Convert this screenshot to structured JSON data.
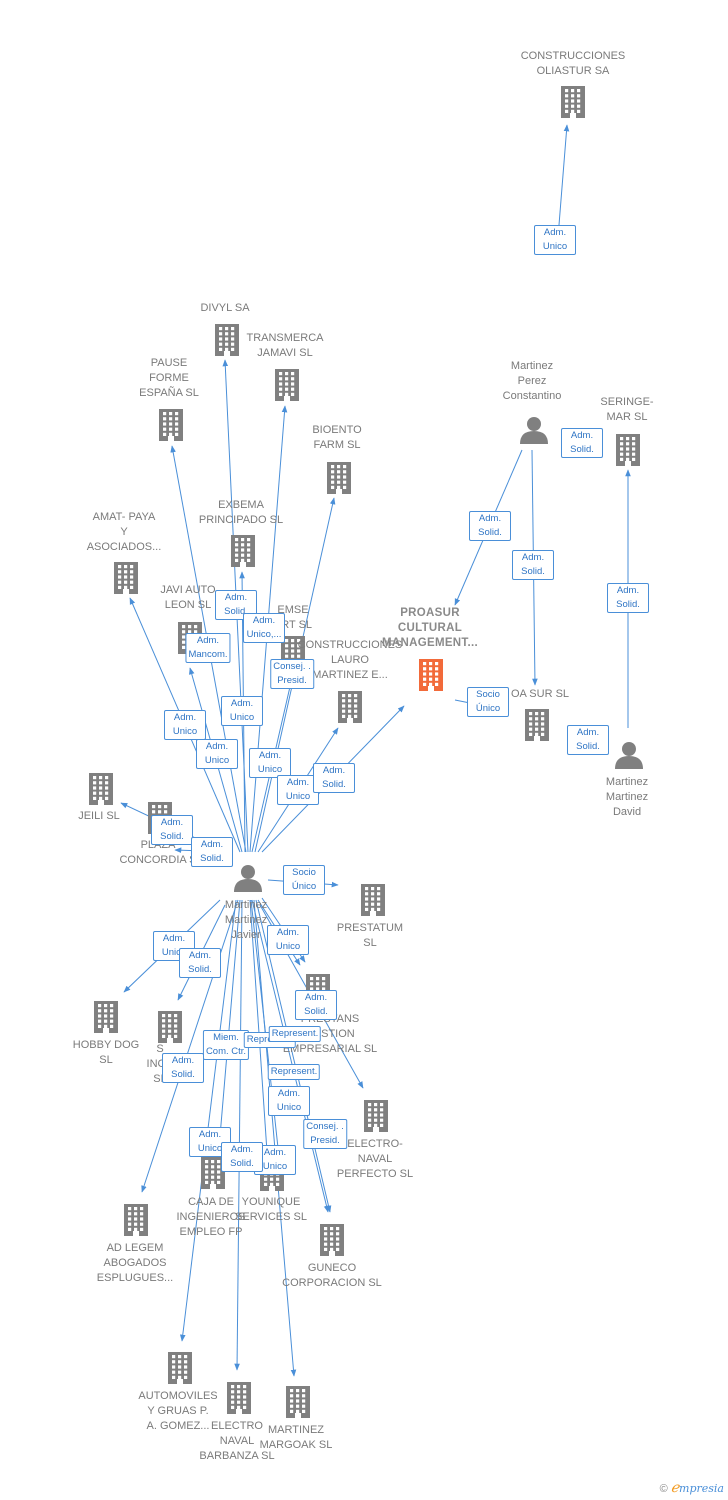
{
  "colors": {
    "edge": "#4a8fd8",
    "node": "#808080",
    "main_node": "#f26a3a",
    "edge_text": "#2e74c4"
  },
  "nodes": [
    {
      "id": "oliastur",
      "label": "CONSTRUCCIONES\nOLIASTUR SA",
      "kind": "company"
    },
    {
      "id": "divyl",
      "label": "DIVYL SA",
      "kind": "company"
    },
    {
      "id": "transmerca",
      "label": "TRANSMERCA\nJAMAVI  SL",
      "kind": "company"
    },
    {
      "id": "pause",
      "label": "PAUSE\nFORME\nESPAÑA SL",
      "kind": "company"
    },
    {
      "id": "bioento",
      "label": "BIOENTO\nFARM  SL",
      "kind": "company"
    },
    {
      "id": "constantino",
      "label": "Martinez\nPerez\nConstantino",
      "kind": "person"
    },
    {
      "id": "seringe",
      "label": "SERINGE-\nMAR SL",
      "kind": "company"
    },
    {
      "id": "amat",
      "label": "AMAT- PAYA\nY\nASOCIADOS...",
      "kind": "company"
    },
    {
      "id": "exbema",
      "label": "EXBEMA\nPRINCIPADO SL",
      "kind": "company"
    },
    {
      "id": "javiauto",
      "label": "JAVI AUTO\nLEON SL",
      "kind": "company"
    },
    {
      "id": "emse",
      "label": "EMSE\nART SL",
      "kind": "company"
    },
    {
      "id": "lauro",
      "label": "CONSTRUCCIONES\nLAURO\nMARTINEZ E...",
      "kind": "company"
    },
    {
      "id": "proasur",
      "label": "PROASUR\nCULTURAL\nMANAGEMENT...",
      "kind": "main"
    },
    {
      "id": "oasur",
      "label": "OA SUR SL",
      "kind": "company"
    },
    {
      "id": "david",
      "label": "Martinez\nMartinez\nDavid",
      "kind": "person"
    },
    {
      "id": "jeili",
      "label": "JEILI  SL",
      "kind": "company"
    },
    {
      "id": "plaza",
      "label": "PLAZA\nCONCORDIA S",
      "kind": "company"
    },
    {
      "id": "javier",
      "label": "Martinez\nMartinez\nJavier",
      "kind": "person"
    },
    {
      "id": "prestatum",
      "label": "PRESTATUM\nSL",
      "kind": "company"
    },
    {
      "id": "hobbydog",
      "label": "HOBBY DOG\nSL",
      "kind": "company"
    },
    {
      "id": "inge",
      "label": "S\nINGE\nSL",
      "kind": "company"
    },
    {
      "id": "prestans",
      "label": "PRESTANS\nGESTION\nEMPRESARIAL SL",
      "kind": "company"
    },
    {
      "id": "electro",
      "label": "ELECTRO-\nNAVAL\nPERFECTO  SL",
      "kind": "company"
    },
    {
      "id": "caja",
      "label": "CAJA DE\nINGENIEROS\nEMPLEO FP",
      "kind": "company"
    },
    {
      "id": "younique",
      "label": "YOUNIQUE\nSERVICES SL",
      "kind": "company"
    },
    {
      "id": "adlegem",
      "label": "AD LEGEM\nABOGADOS\nESPLUGUES...",
      "kind": "company"
    },
    {
      "id": "guneco",
      "label": "GUNECO\nCORPORACION SL",
      "kind": "company"
    },
    {
      "id": "automoviles",
      "label": "AUTOMOVILES\nY GRUAS P.\nA. GOMEZ...",
      "kind": "company"
    },
    {
      "id": "barbanza",
      "label": "ELECTRO\nNAVAL\nBARBANZA SL",
      "kind": "company"
    },
    {
      "id": "margoak",
      "label": "MARTINEZ\nMARGOAK SL",
      "kind": "company"
    }
  ],
  "edges": [
    {
      "from": "constantino",
      "to": "oliastur",
      "label": "Adm.\nUnico"
    },
    {
      "from": "constantino",
      "to": "proasur",
      "label": "Adm.\nSolid."
    },
    {
      "from": "constantino",
      "to": "oasur",
      "label": "Adm.\nSolid."
    },
    {
      "from": "constantino",
      "to": "seringe",
      "label": "Adm.\nSolid."
    },
    {
      "from": "david",
      "to": "seringe",
      "label": "Adm.\nSolid."
    },
    {
      "from": "david",
      "to": "oasur",
      "label": "Adm.\nSolid."
    },
    {
      "from": "proasur",
      "to": "oasur",
      "label": "Socio\nÚnico"
    },
    {
      "from": "javier",
      "to": "divyl",
      "label": "Adm.\nSolid."
    },
    {
      "from": "javier",
      "to": "transmerca",
      "label": "Adm.\nUnico,..."
    },
    {
      "from": "javier",
      "to": "pause",
      "label": "Adm.\nMancom."
    },
    {
      "from": "javier",
      "to": "bioento",
      "label": "Consej. .\nPresid."
    },
    {
      "from": "javier",
      "to": "amat",
      "label": "Adm.\nUnico"
    },
    {
      "from": "javier",
      "to": "exbema",
      "label": "Adm.\nUnico"
    },
    {
      "from": "javier",
      "to": "javiauto",
      "label": "Adm.\nUnico"
    },
    {
      "from": "javier",
      "to": "emse",
      "label": "Adm.\nUnico"
    },
    {
      "from": "javier",
      "to": "lauro",
      "label": "Adm.\nUnico"
    },
    {
      "from": "javier",
      "to": "proasur",
      "label": "Adm.\nSolid."
    },
    {
      "from": "javier",
      "to": "jeili",
      "label": "Adm.\nSolid."
    },
    {
      "from": "javier",
      "to": "plaza",
      "label": "Adm.\nSolid."
    },
    {
      "from": "javier",
      "to": "prestatum",
      "label": "Socio\nÚnico"
    },
    {
      "from": "javier",
      "to": "hobbydog",
      "label": "Adm.\nUnico"
    },
    {
      "from": "javier",
      "to": "inge",
      "label": "Adm.\nSolid."
    },
    {
      "from": "javier",
      "to": "prestans",
      "label": "Adm.\nUnico"
    },
    {
      "from": "javier",
      "to": "electro",
      "label": "Adm.\nSolid."
    },
    {
      "from": "javier",
      "to": "caja",
      "label": "Miem.\nCom. Ctr."
    },
    {
      "from": "javier",
      "to": "younique",
      "label": "Represent."
    },
    {
      "from": "javier",
      "to": "adlegem",
      "label": "Adm.\nSolid."
    },
    {
      "from": "javier",
      "to": "guneco",
      "label": "Represent."
    },
    {
      "from": "javier",
      "to": "guneco",
      "label": "Consej. .\nPresid."
    },
    {
      "from": "javier",
      "to": "younique",
      "label": "Adm.\nUnico"
    },
    {
      "from": "javier",
      "to": "automoviles",
      "label": "Adm.\nUnico"
    },
    {
      "from": "javier",
      "to": "barbanza",
      "label": "Adm.\nSolid."
    },
    {
      "from": "javier",
      "to": "margoak",
      "label": "Adm.\nUnico"
    },
    {
      "from": "javier",
      "to": "prestans",
      "label": "Represent."
    }
  ],
  "watermark": {
    "symbol": "©",
    "e": "ℯ",
    "brand": "mpresia"
  }
}
